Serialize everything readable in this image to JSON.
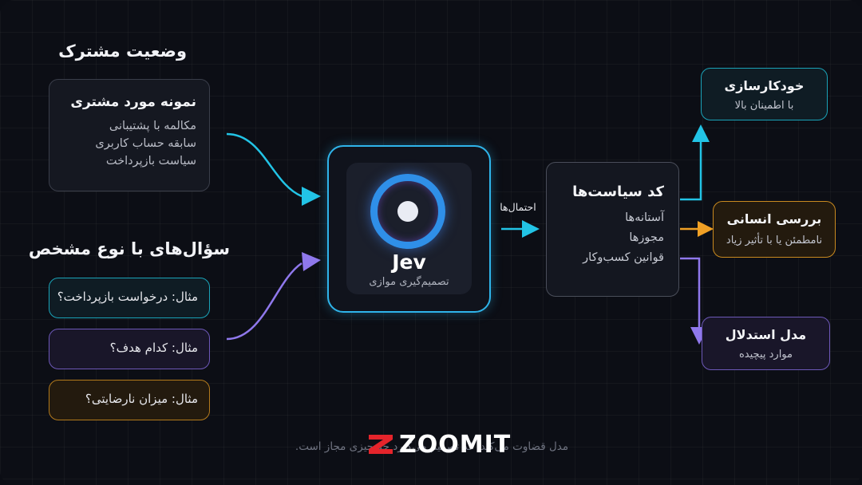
{
  "headings": {
    "shared_state": "وضعیت مشترک",
    "typed_questions": "سؤال‌های با نوع مشخص"
  },
  "customer_card": {
    "title": "نمونه مورد مشتری",
    "lines": [
      "مکالمه با پشتیبانی",
      "سابقه حساب کاربری",
      "سیاست بازپرداخت"
    ]
  },
  "examples": [
    {
      "text": "مثال: درخواست بازپرداخت؟",
      "color": "#1aa3b8"
    },
    {
      "text": "مثال: کدام هدف؟",
      "color": "#6d58b8"
    },
    {
      "text": "مثال: میزان نارضایتی؟",
      "color": "#b37a1c"
    }
  ],
  "jev": {
    "name": "Jev",
    "subtitle": "تصمیم‌گیری موازی"
  },
  "arrow_label": "احتمال‌ها",
  "policy_card": {
    "title": "کد سیاست‌ها",
    "lines": [
      "آستانه‌ها",
      "مجوزها",
      "قوانین کسب‌وکار"
    ]
  },
  "outcomes": [
    {
      "title": "خودکارسازی",
      "subtitle": "با اطمینان بالا",
      "color": "#1aa3b8"
    },
    {
      "title": "بررسی انسانی",
      "subtitle": "نامطمئن یا با تأثیر زیاد",
      "color": "#e39a24"
    },
    {
      "title": "مدل استدلال",
      "subtitle": "موارد پیچیده",
      "color": "#8a6be0"
    }
  ],
  "footer": {
    "note": "مدل قضاوت می‌کند، کد تصمیم می‌گیرد چه چیزی مجاز است.",
    "logo": "ZOOMIT"
  },
  "colors": {
    "cyan": "#22c4e6",
    "purple": "#8f78ec",
    "amber": "#f0a025"
  }
}
